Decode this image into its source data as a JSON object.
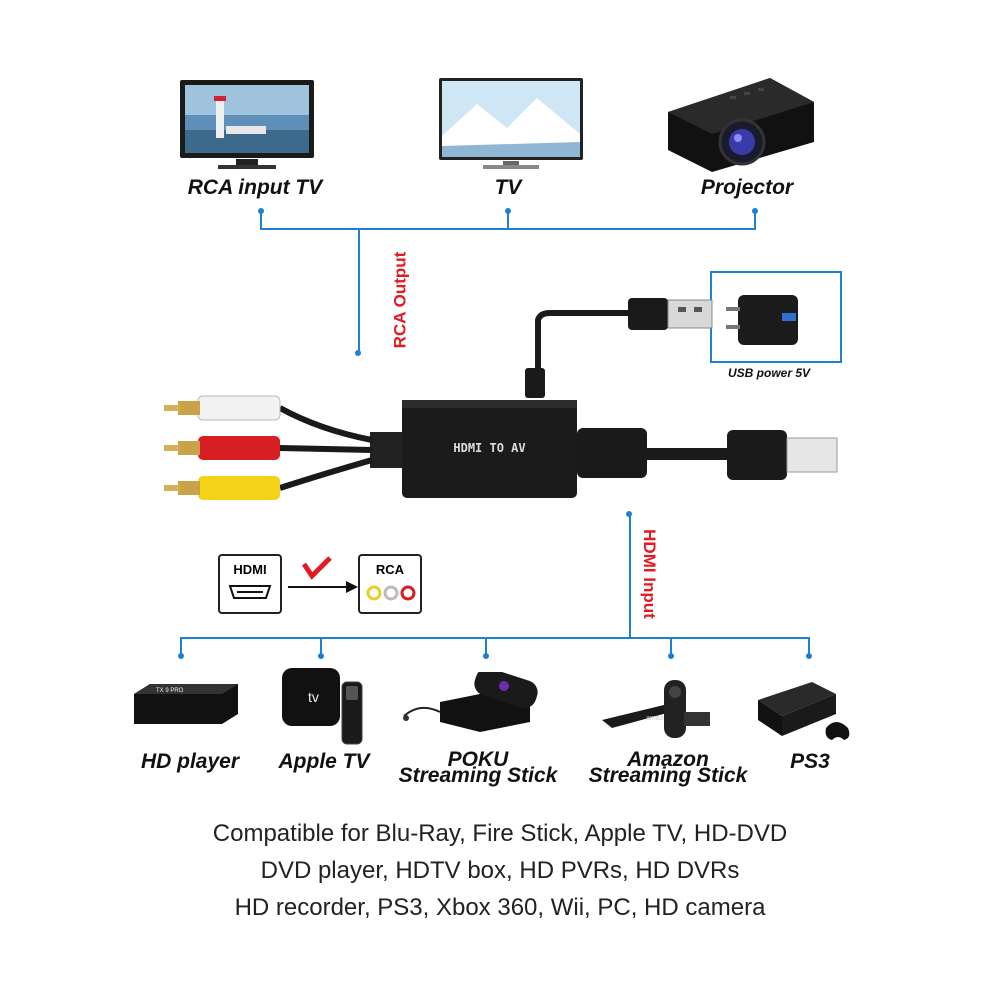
{
  "outputs": [
    {
      "label": "RCA input TV"
    },
    {
      "label": "TV"
    },
    {
      "label": "Projector"
    }
  ],
  "rca_output_label": "RCA Output",
  "hdmi_input_label": "HDMI Input",
  "usb_power_label": "USB power 5V",
  "converter_label": "HDMI TO AV",
  "hdmi_badge": "HDMI",
  "rca_badge": "RCA",
  "sources": [
    {
      "label": "HD player"
    },
    {
      "label": "Apple TV"
    },
    {
      "label": "POKU\nStreaming Stick",
      "line1": "POKU",
      "line2": "Streaming Stick"
    },
    {
      "label": "Amazon\nStreaming Stick",
      "line1": "Amazon",
      "line2": "Streaming Stick"
    },
    {
      "label": "PS3"
    }
  ],
  "device_brand_text": {
    "hd_player": "TX 9 PRO",
    "apple_tv": "tv",
    "amazon": "amazon"
  },
  "footer": {
    "line1": "Compatible for Blu-Ray, Fire Stick, Apple TV, HD-DVD",
    "line2": "DVD player, HDTV box, HD PVRs, HD DVRs",
    "line3": "HD recorder, PS3, Xbox 360, Wii, PC, HD camera"
  },
  "colors": {
    "accent_blue": "#1f7fd0",
    "label_red": "#e11b22"
  }
}
